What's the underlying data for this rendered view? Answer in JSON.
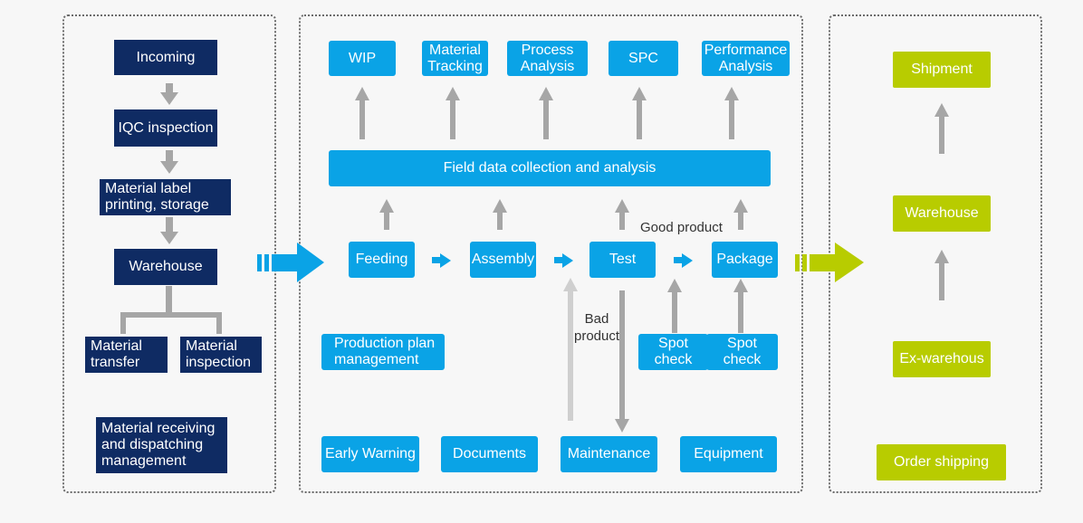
{
  "colors": {
    "navy": "#0f2b63",
    "blue": "#0aa3e6",
    "lime": "#b8cc00",
    "arrow_gray": "#a6a6a6",
    "arrow_light": "#cfcfcf"
  },
  "left": {
    "incoming": "Incoming",
    "iqc": "IQC inspection",
    "label_printing": "Material label\nprinting, storage",
    "warehouse": "Warehouse",
    "transfer": "Material\ntransfer",
    "inspection": "Material\ninspection",
    "receiving": "Material receiving\nand dispatching\nmanagement"
  },
  "middle": {
    "wip": "WIP",
    "tracking": "Material\nTracking",
    "process": "Process\nAnalysis",
    "spc": "SPC",
    "performance": "Performance\nAnalysis",
    "field": "Field data collection and analysis",
    "feeding": "Feeding",
    "assembly": "Assembly",
    "test": "Test",
    "package": "Package",
    "good_product": "Good product",
    "bad_product": "Bad\nproduct",
    "spot1": "Spot\ncheck",
    "spot2": "Spot\ncheck",
    "plan": "Production plan\nmanagement",
    "early": "Early Warning",
    "documents": "Documents",
    "maintenance": "Maintenance",
    "equipment": "Equipment"
  },
  "right": {
    "shipment": "Shipment",
    "warehouse": "Warehouse",
    "ex": "Ex-warehous",
    "order": "Order shipping"
  }
}
